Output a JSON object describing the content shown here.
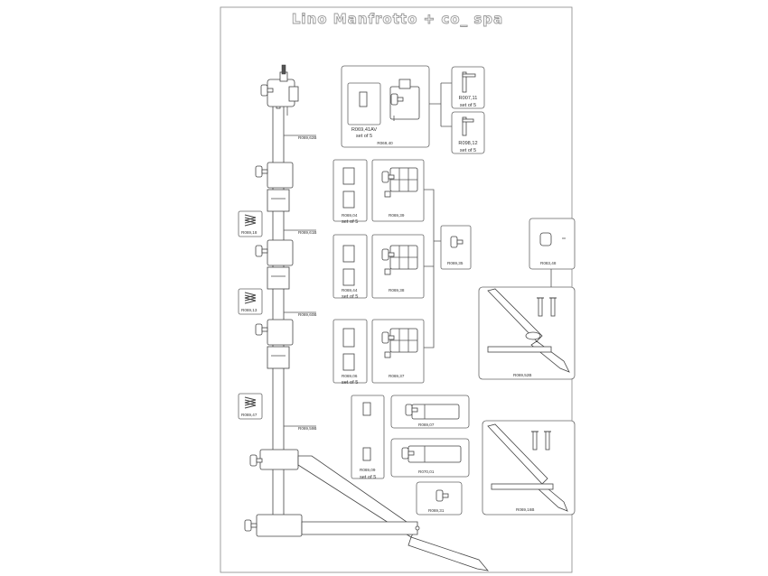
{
  "header": {
    "brand": "Lino Manfrotto + co_ spa"
  },
  "labels": {
    "r069_62b": "R069,62B",
    "r069_61b": "R069,61B",
    "r069_60b": "R069,60B",
    "r069_59b": "R069,59B",
    "r069_18": "R069,18",
    "r069_13": "R069,13",
    "r069_47": "R069,47",
    "r069_41av": "R069,41AV",
    "r069_41av_note": "set of 5",
    "r069_40": "R069,40",
    "r007_11": "R007,11",
    "r007_11_note": "set of 5",
    "r098_12": "R098,12",
    "r098_12_note": "set of 5",
    "r069_04": "R069,04",
    "r069_04_note": "set of 5",
    "r069_39": "R069,39",
    "r069_44": "R069,44",
    "r069_44_note": "set of 5",
    "r069_38": "R069,38",
    "r069_35": "R069,35",
    "r069_06": "R069,06",
    "r069_06_note": "set of 5",
    "r069_37": "R069,37",
    "r083_48": "R083,48",
    "r069_52b": "R069,52B",
    "r069_09": "R069,09",
    "r069_09_note": "set of 5",
    "r069_07": "R069,07",
    "r070_01": "R070,01",
    "r069_31": "R069,31",
    "r069_16b": "R069,16B"
  }
}
